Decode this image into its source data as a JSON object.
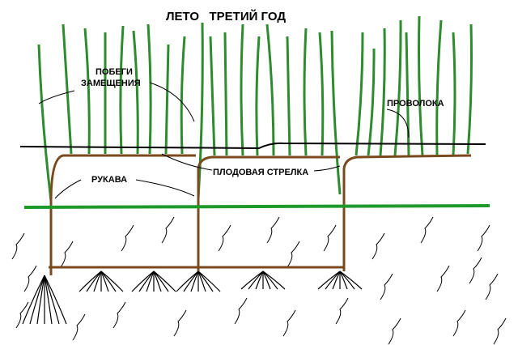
{
  "title": "ЛЕТО   ТРЕТИЙ ГОД",
  "labels": {
    "shoots_line1": "ПОБЕГИ",
    "shoots_line2": "ЗАМЕЩЕНИЯ",
    "wire": "ПРОВОЛОКА",
    "arms": "РУКАВА",
    "fruit_cane": "ПЛОДОВАЯ СТРЕЛКА"
  },
  "colors": {
    "shoot": "#2e8b2e",
    "ground": "#1e9a2a",
    "vine": "#7a4a1e",
    "wire": "#000000"
  }
}
